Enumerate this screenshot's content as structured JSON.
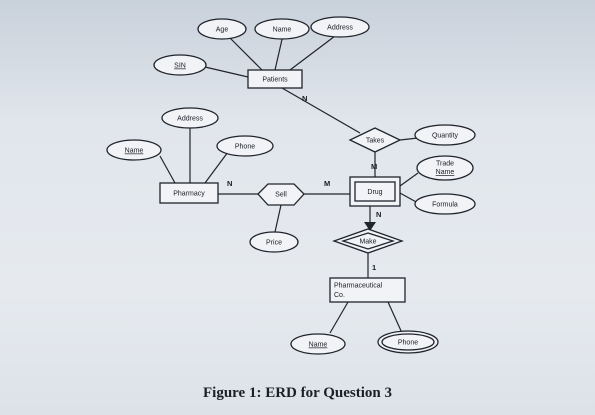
{
  "entities": {
    "patients": "Patients",
    "pharmacy": "Pharmacy",
    "drug": "Drug",
    "pharma_line1": "Pharmaceutical",
    "pharma_line2": "Co."
  },
  "relationships": {
    "takes": "Takes",
    "sell": "Sell",
    "make": "Make"
  },
  "attributes": {
    "age": "Age",
    "name_patients": "Name",
    "address_patients": "Address",
    "sin": "SIN",
    "address_pharmacy": "Address",
    "name_pharmacy": "Name",
    "phone_pharmacy": "Phone",
    "quantity": "Quantity",
    "trade_line1": "Trade",
    "trade_line2": "Name",
    "formula": "Formula",
    "price": "Price",
    "name_pharma": "Name",
    "phone_pharma": "Phone"
  },
  "cardinalities": {
    "patients_takes": "N",
    "takes_drug": "M",
    "pharmacy_sell": "N",
    "sell_drug": "M",
    "drug_make": "N",
    "make_pharma": "1"
  },
  "caption": "Figure 1: ERD for Question 3"
}
